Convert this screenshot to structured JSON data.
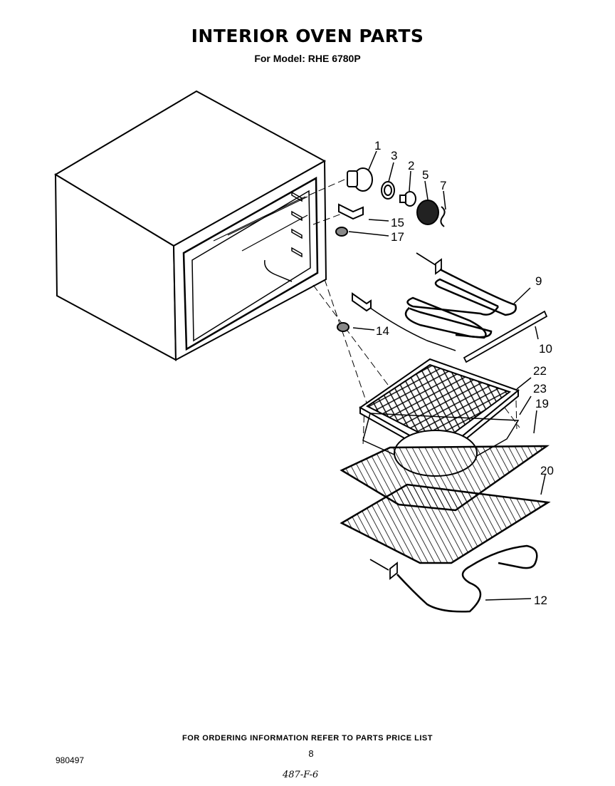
{
  "header": {
    "title": "INTERIOR OVEN PARTS",
    "model_line": "For Model: RHE 6780P"
  },
  "callouts": [
    "1",
    "3",
    "2",
    "5",
    "7",
    "15",
    "17",
    "9",
    "14",
    "10",
    "22",
    "23",
    "19",
    "20",
    "12"
  ],
  "footer": {
    "ordering_note": "FOR ORDERING INFORMATION REFER TO PARTS PRICE LIST",
    "page_number": "8",
    "document_number": "980497",
    "handwritten_note": "487-F-6"
  }
}
